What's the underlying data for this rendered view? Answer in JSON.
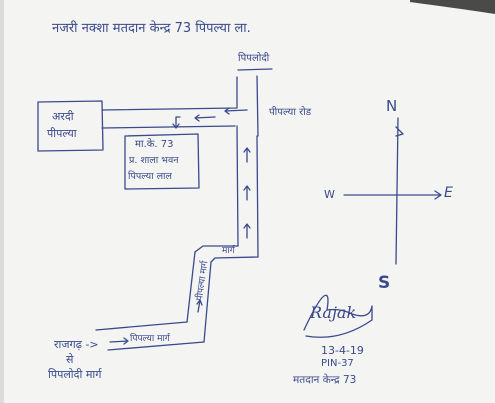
{
  "map": {
    "title": "नजरी नक्शा मतदान केन्द्र 73 पिपल्या ला.",
    "north_road_label": "पिपलोदी",
    "east_road_label": "पीपल्या रोड",
    "school_label_lines": [
      "मा.के. 73",
      "प्र. शाला भवन",
      "पिपल्या लाल"
    ],
    "box_label_lines": [
      "अरदी",
      "पीपल्या"
    ],
    "vertical_road_label": "पीपल्या मार्ग",
    "mid_road_label": "मार्ग",
    "bottom_road_label": "पिपल्या मार्ग",
    "origin_label_lines": [
      "राजगढ़ ->",
      "से",
      "पिपलोदी मार्ग"
    ]
  },
  "compass": {
    "north": "N",
    "south": "S",
    "east": "E",
    "west": "W"
  },
  "signature": {
    "name": "Rajak",
    "date": "13-4-19",
    "pin": "PIN-37",
    "booth": "मतदान केन्द्र 73"
  },
  "colors": {
    "ink": "#3a4a8c",
    "paper": "#f4f4f2"
  }
}
